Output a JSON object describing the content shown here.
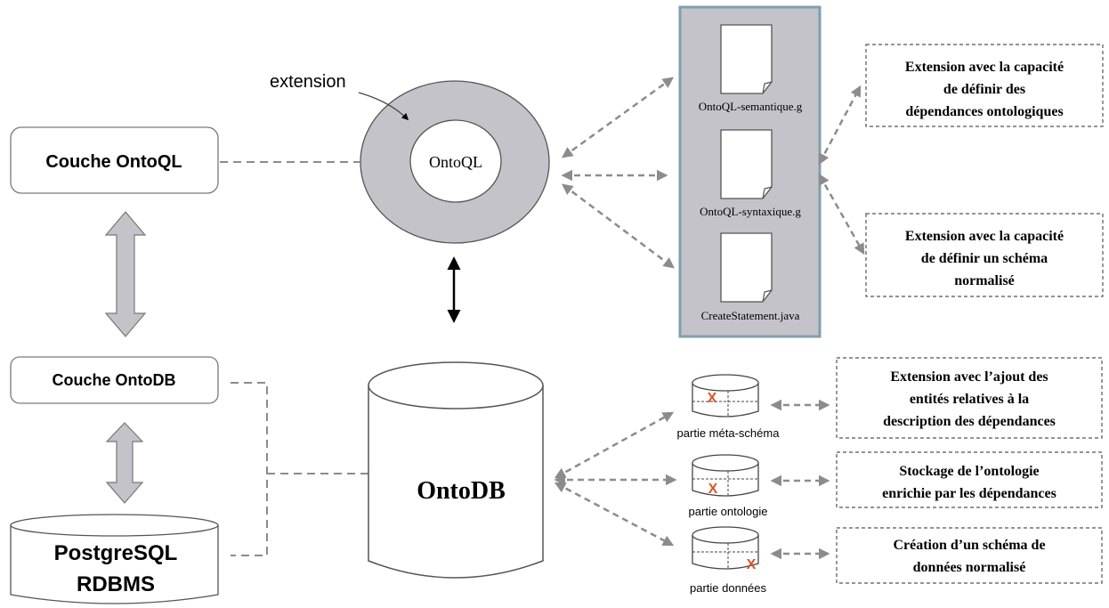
{
  "layers": {
    "ontoql": "Couche OntoQL",
    "ontodb": "Couche OntoDB",
    "rdbms_line1": "PostgreSQL",
    "rdbms_line2": "RDBMS"
  },
  "ontoql": {
    "center_label": "OntoQL",
    "extension_label": "extension"
  },
  "files": [
    "OntoQL-semantique.g",
    "OntoQL-syntaxique.g",
    "CreateStatement.java"
  ],
  "file_extensions": [
    [
      "Extension avec la capacité",
      "de définir des",
      "dépendances ontologiques"
    ],
    [
      "Extension avec la capacité",
      "de définir un schéma",
      "normalisé"
    ]
  ],
  "ontodb": {
    "label": "OntoDB"
  },
  "db_parts": [
    {
      "label": "partie méta-schéma",
      "marker": "X"
    },
    {
      "label": "partie ontologie",
      "marker": "X"
    },
    {
      "label": "partie données",
      "marker": "X"
    }
  ],
  "db_extensions": [
    [
      "Extension avec l’ajout des",
      "entités relatives à la",
      "description des dépendances"
    ],
    [
      "Stockage de l’ontologie",
      "enrichie par les dépendances"
    ],
    [
      "Création d’un schéma de",
      "données normalisé"
    ]
  ],
  "colors": {
    "gray_fill": "#c4c3c9",
    "dashed_line": "#8c8c8c",
    "marker_red": "#d9542b",
    "panel_border": "#7f9fae"
  }
}
